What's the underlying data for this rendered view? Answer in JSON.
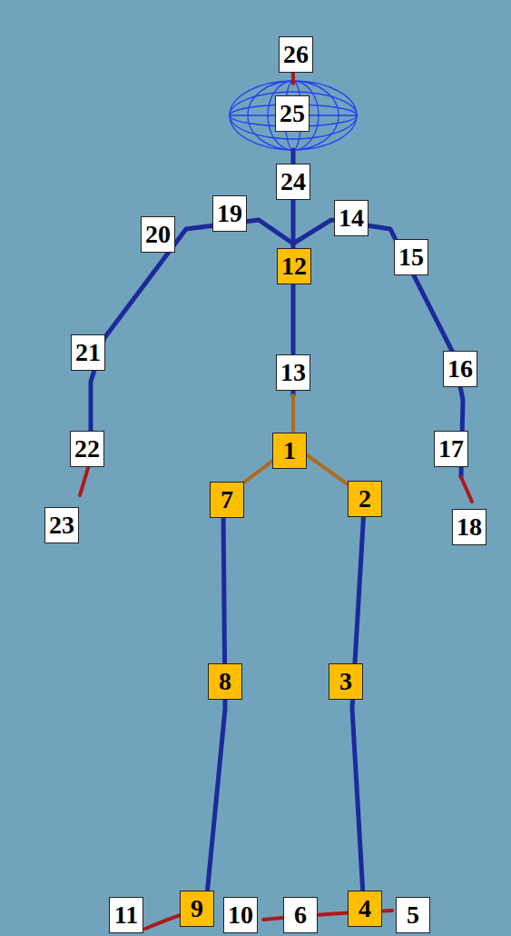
{
  "diagram": {
    "labels": [
      "26",
      "25",
      "24",
      "19",
      "20",
      "14",
      "15",
      "12",
      "13",
      "21",
      "16",
      "1",
      "22",
      "17",
      "7",
      "2",
      "23",
      "18",
      "8",
      "3",
      "9",
      "4",
      "10",
      "5",
      "6",
      "11"
    ]
  }
}
